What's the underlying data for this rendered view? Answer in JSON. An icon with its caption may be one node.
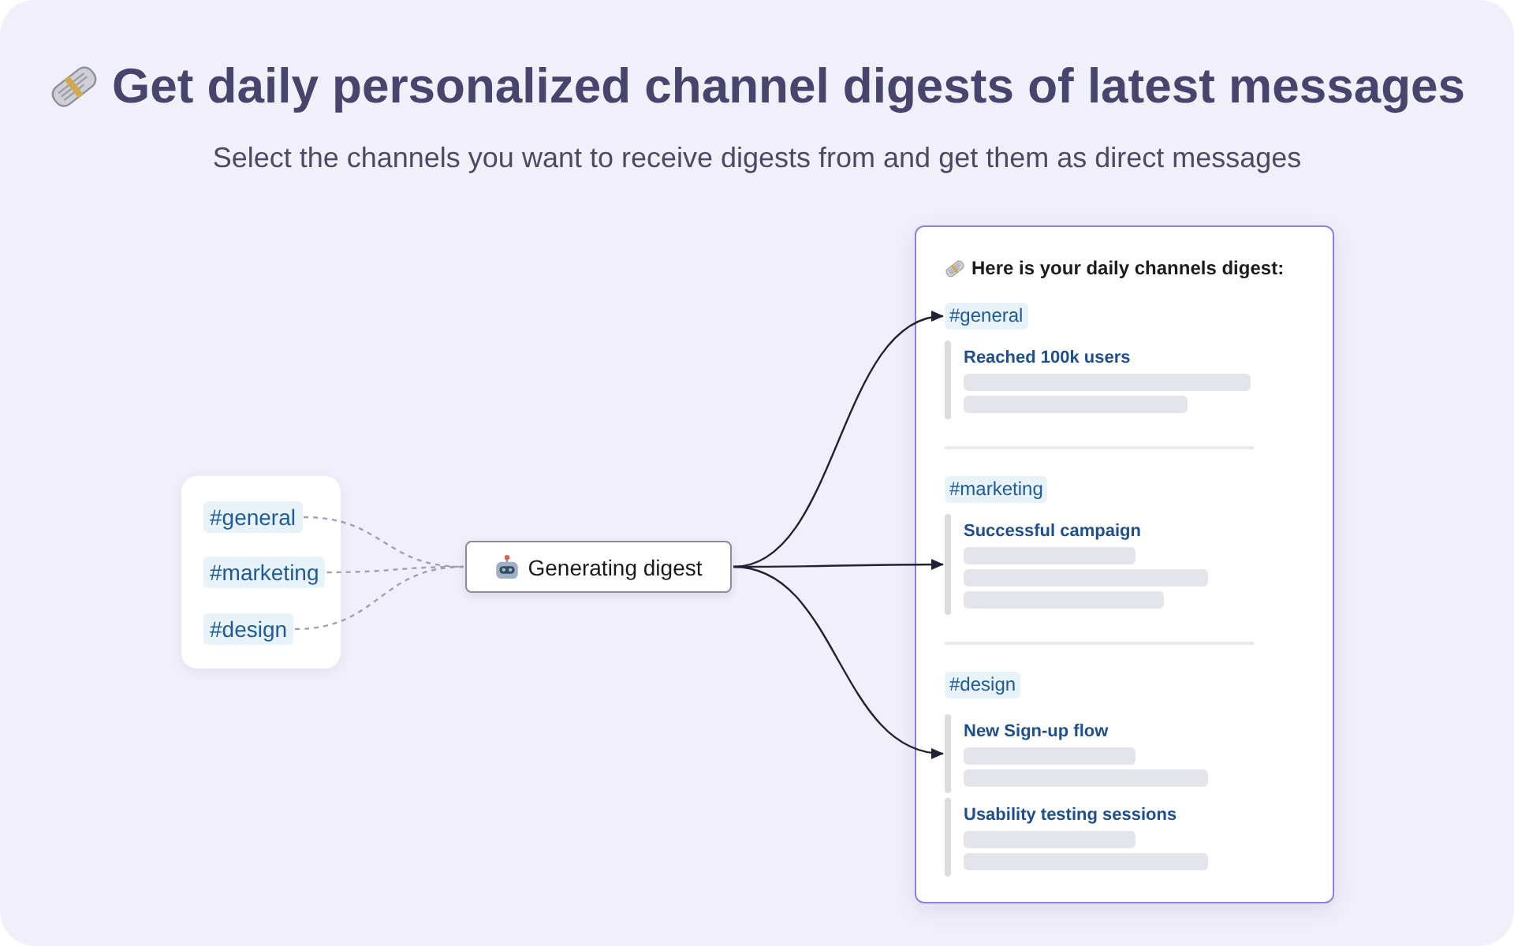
{
  "diagram": {
    "title": "Get daily personalized channel digests of latest messages",
    "nodes": [
      {
        "text": [],
        "shape": "box"
      },
      {
        "text": [
          "#general"
        ],
        "in": 0
      },
      {
        "text": [
          "#marketing"
        ],
        "in": 0
      },
      {
        "text": [
          "#design"
        ],
        "in": 0
      },
      {
        "text": [
          "Generating digest"
        ]
      },
      {
        "text": [
          "Here is your daily channels digest:"
        ]
      },
      {
        "text": [
          "#general"
        ],
        "in": 5
      },
      {
        "text": [
          "Reached 100k users"
        ],
        "in": 5
      },
      {
        "text": [
          "#marketing"
        ],
        "in": 5
      },
      {
        "text": [
          "Successful campaign"
        ],
        "in": 5
      },
      {
        "text": [
          "#design"
        ],
        "in": 5
      },
      {
        "text": [
          "New Sign-up flow"
        ],
        "in": 5
      },
      {
        "text": [
          "Usability testing sessions"
        ],
        "in": 5
      }
    ],
    "edges": [
      {
        "from": 1,
        "to": 4,
        "arrow": "none",
        "style": "dashed",
        "color": "#9ca1b9"
      },
      {
        "from": 2,
        "to": 4,
        "arrow": "none",
        "style": "dashed",
        "color": "#9ca1b9"
      },
      {
        "from": 3,
        "to": 4,
        "arrow": "none",
        "style": "dashed",
        "color": "#9ca1b9"
      },
      {
        "from": 4,
        "to": 6,
        "arrow": "to",
        "color": "#1f2335"
      },
      {
        "from": 4,
        "to": 9,
        "arrow": "to",
        "color": "#1f2335"
      },
      {
        "from": 4,
        "to": 11,
        "arrow": "to",
        "color": "#1f2335"
      }
    ],
    "labels": [
      "Select the channels you want to receive digests from and get them as direct messages"
    ]
  }
}
